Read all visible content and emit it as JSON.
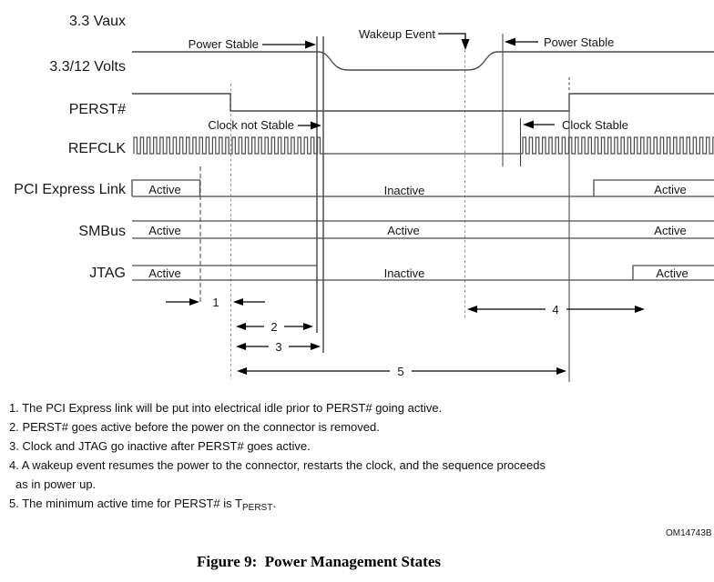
{
  "signals": {
    "vaux": "3.3 Vaux",
    "volts": "3.3/12 Volts",
    "perst": "PERST#",
    "refclk": "REFCLK",
    "pcie": "PCI Express Link",
    "smbus": "SMBus",
    "jtag": "JTAG"
  },
  "annotations": {
    "power_stable_left": "Power Stable",
    "wakeup_event": "Wakeup Event",
    "power_stable_right": "Power Stable",
    "clock_not_stable": "Clock not Stable",
    "clock_stable": "Clock Stable"
  },
  "states": {
    "pcie": [
      "Active",
      "Inactive",
      "Active"
    ],
    "smbus": [
      "Active",
      "Active",
      "Active"
    ],
    "jtag": [
      "Active",
      "Inactive",
      "Active"
    ]
  },
  "timing_marks": [
    "1",
    "2",
    "3",
    "4",
    "5"
  ],
  "notes": [
    "1. The PCI Express link will be put into electrical idle prior to PERST# going active.",
    "2. PERST# goes active before the power on the connector is removed.",
    "3. Clock and JTAG go inactive after PERST# goes active.",
    "4. A wakeup event resumes the power to the connector, restarts the clock, and the sequence proceeds",
    "as in power up."
  ],
  "note5": {
    "prefix": "5. The minimum active time for PERST# is T",
    "subscript": "PERST",
    "suffix": "."
  },
  "watermark": "OM14743B",
  "caption": "Figure 9:  Power Management States",
  "colors": {
    "waveform": "#4a4a4a",
    "reference_line": "#999999",
    "ink": "#111111"
  }
}
